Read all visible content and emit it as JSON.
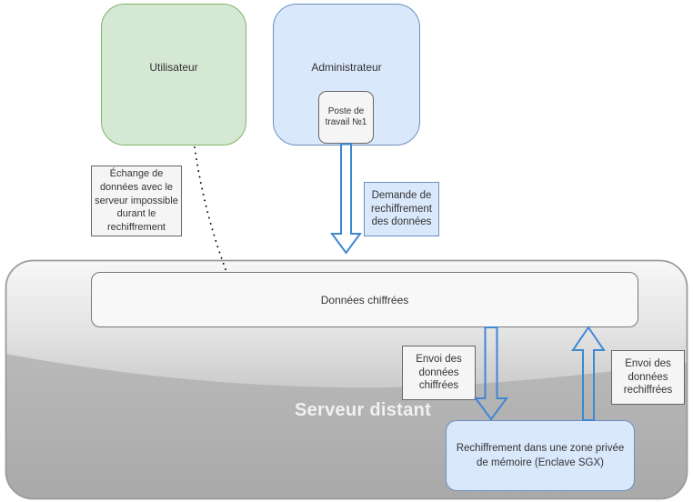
{
  "diagram": {
    "actors": {
      "user": {
        "label": "Utilisateur"
      },
      "admin": {
        "label": "Administrateur"
      },
      "workstation": {
        "label": "Poste de travail №1"
      }
    },
    "notes": {
      "exchange_note": "Échange de données avec le serveur impossible durant le rechiffrement",
      "request_label": "Demande de rechiffrement des données",
      "send_encrypted_label": "Envoi des données chiffrées",
      "send_reencrypted_label": "Envoi des données rechiffrées"
    },
    "server": {
      "label": "Serveur distant",
      "encrypted_data_label": "Données chiffrées",
      "enclave_label": "Rechiffrement dans une zone privée de mémoire (Enclave SGX)"
    },
    "colors": {
      "green_fill": "#d5e8d4",
      "green_border": "#82b366",
      "blue_fill": "#dae8fc",
      "blue_border": "#6c8ebf",
      "gray_note_fill": "#f5f5f5",
      "gray_note_border": "#666666",
      "arrow_stroke": "#3f87d2",
      "server_top": "#f7f7f7",
      "server_bottom": "#aaaaaa",
      "server_label_text": "#f1f1f1"
    }
  }
}
